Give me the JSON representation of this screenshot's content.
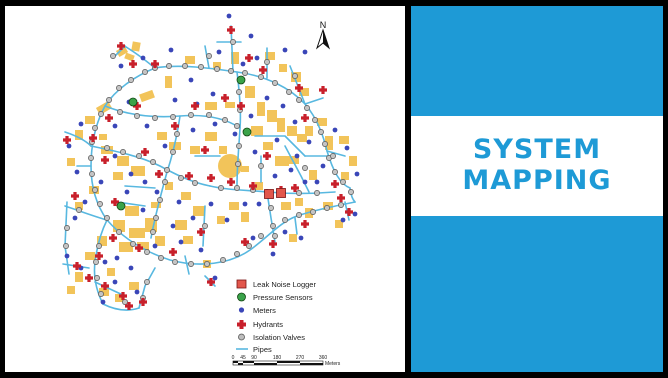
{
  "title": {
    "line1": "SYSTEM",
    "line2": "MAPPING"
  },
  "north_label": "N",
  "legend": {
    "items": [
      {
        "label": "Leak Noise Logger",
        "icon": "leak-noise-logger-icon"
      },
      {
        "label": "Pressure Sensors",
        "icon": "pressure-sensor-icon"
      },
      {
        "label": "Meters",
        "icon": "meter-icon"
      },
      {
        "label": "Hydrants",
        "icon": "hydrant-icon"
      },
      {
        "label": "Isolation Valves",
        "icon": "isolation-valve-icon"
      },
      {
        "label": "Pipes",
        "icon": "pipe-icon"
      }
    ]
  },
  "scale_bar": {
    "ticks": [
      "0",
      "45",
      "90",
      "180",
      "270",
      "360"
    ],
    "unit": "Meters"
  },
  "colors": {
    "accent_blue": "#1e9ad6",
    "pipe": "#58b8e0",
    "building": "#f2c45a",
    "meter": "#3a46b8",
    "pressure_sensor": "#3aa34a",
    "hydrant": "#c8202b",
    "valve": "#8c8c8c"
  }
}
